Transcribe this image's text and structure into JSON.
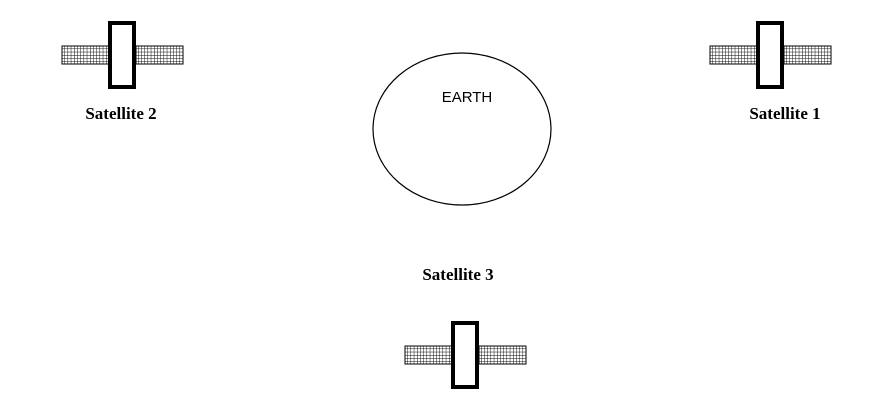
{
  "earth": {
    "label": "EARTH"
  },
  "satellites": [
    {
      "label": "Satellite 2"
    },
    {
      "label": "Satellite 1"
    },
    {
      "label": "Satellite 3"
    }
  ],
  "colors": {
    "stroke": "#000000",
    "background": "#ffffff"
  }
}
